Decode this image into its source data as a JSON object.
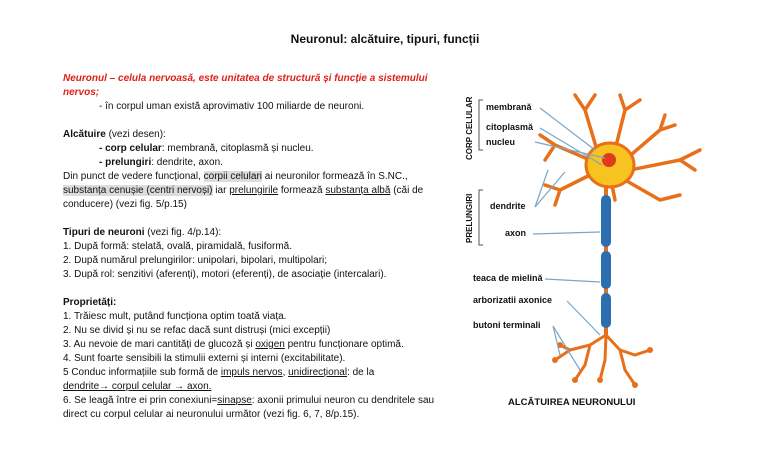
{
  "title": "Neuronul: alcătuire, tipuri, funcții",
  "intro": {
    "definition": "Neuronul – celula nervoasă, este unitatea de structură și funcție a sistemului nervos;",
    "count": "- în corpul uman există aprovimativ 100 miliarde de neuroni."
  },
  "alcatuire": {
    "heading": "Alcătuire",
    "heading_note": " (vezi desen):",
    "corp_label": "- corp celular",
    "corp_text": ": membrană, citoplasmă și nucleu.",
    "prel_label": "- prelungiri",
    "prel_text": ": dendrite, axon.",
    "func_1": "Din punct de vedere funcțional, ",
    "func_hl1": "corpii celulari",
    "func_2": " ai neuronilor formează în S.NC., ",
    "func_hl2": "substanța cenușie (centri nervoși)",
    "func_3": " iar ",
    "func_u1": "prelungirile",
    "func_4": " formează ",
    "func_u2": "substanța albă",
    "func_5": " (căi de conducere) (vezi fig. 5/p.15)"
  },
  "tipuri": {
    "heading": "Tipuri de neuroni",
    "heading_note": " (vezi fig. 4/p.14):",
    "items": [
      "1. După formă: stelată, ovală, piramidală, fusiformă.",
      "2. După numărul prelungirilor: unipolari, bipolari, multipolari;",
      "3. După rol: senzitivi (aferenți), motori (eferenți), de asociație (intercalari)."
    ]
  },
  "proprietati": {
    "heading": "Proprietăți:",
    "i1": "1. Trăiesc mult, putând funcționa optim toată viața.",
    "i2": "2. Nu se divid și nu se refac dacă sunt distruși (mici excepții)",
    "i3a": "3. Au nevoie de mari cantități de glucoză și ",
    "i3u": "oxigen",
    "i3b": " pentru funcționare optimă.",
    "i4": "4. Sunt foarte sensibili la stimulii externi și interni (excitabilitate).",
    "i5a": "5 Conduc informațiile sub formă de ",
    "i5u1": "impuls nervos",
    "i5b": ", ",
    "i5u2": "unidirecțional",
    "i5c": ": de la",
    "i5u3": "dendrite→ corpul celular → axon.",
    "i6a": "6. Se leagă între ei prin conexiuni=",
    "i6u": "sinapse",
    "i6b": ": axonii primului neuron cu dendritele sau direct cu corpul celular ai neuronului următor (vezi fig. 6, 7, 8/p.15)."
  },
  "figure": {
    "corp_group": "CORP CELULAR",
    "prel_group": "PRELUNGIRI",
    "labels": {
      "membrana": "membrană",
      "citoplasma": "citoplasmă",
      "nucleu": "nucleu",
      "dendrite": "dendrite",
      "axon": "axon",
      "teaca": "teaca de mielină",
      "arborizatii": "arborizatii axonice",
      "butoni": "butoni terminali"
    },
    "caption": "ALCĂTUIREA NEURONULUI",
    "colors": {
      "dendrite": "#e8701a",
      "cytoplasm": "#f7c320",
      "nucleus": "#e23a1d",
      "myelin": "#2b6fb0",
      "pointer": "#7aa7c7"
    }
  }
}
